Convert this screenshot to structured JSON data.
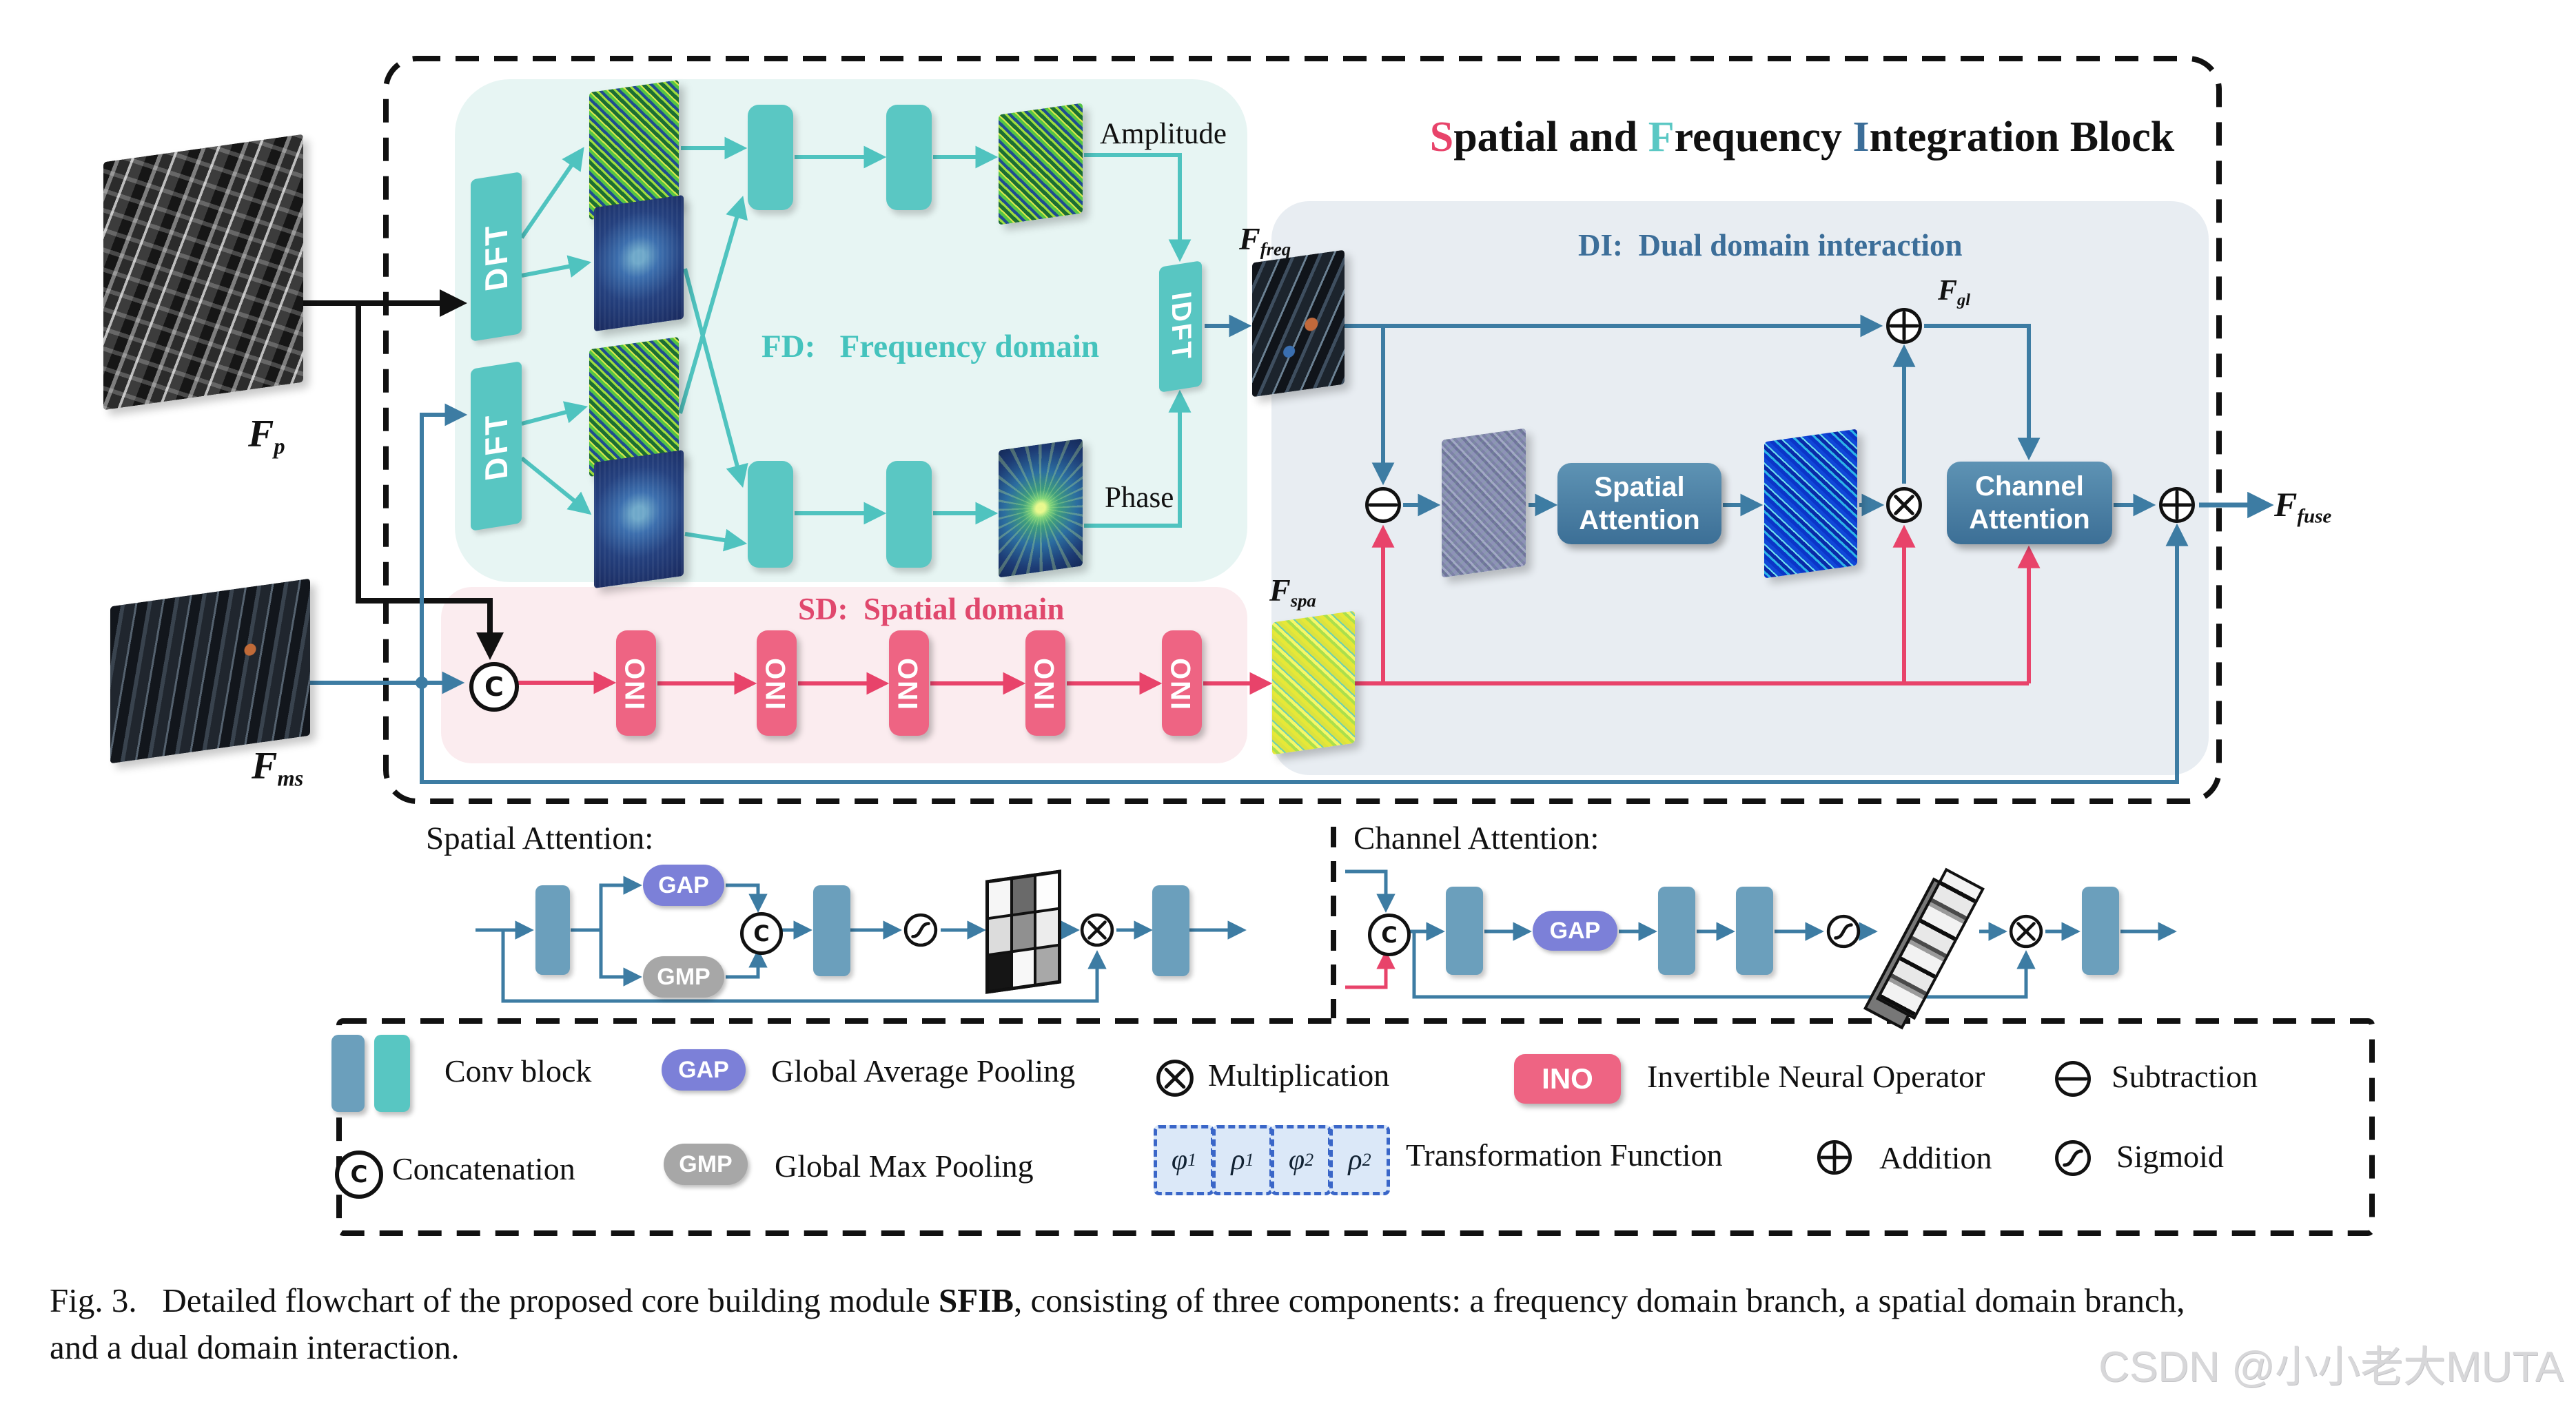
{
  "figure": {
    "title_parts": {
      "s": "S",
      "rest1": "patial and ",
      "f": "F",
      "rest2": "requency ",
      "i": "I",
      "rest3": "ntegration ",
      "b": "B",
      "rest4": "lock"
    }
  },
  "badges": {
    "dft": "DFT",
    "idft": "IDFT",
    "ino": "INO",
    "gap": "GAP",
    "gmp": "GMP",
    "c": "C"
  },
  "sections": {
    "fd_tag": "FD:",
    "fd_name": "Frequency domain",
    "sd_tag": "SD:",
    "sd_name": "Spatial domain",
    "di_tag": "DI:",
    "di_name": "Dual domain interaction",
    "spatial_detail": "Spatial Attention:",
    "channel_detail": "Channel Attention:"
  },
  "flow": {
    "amplitude": "Amplitude",
    "phase": "Phase",
    "spatial_attention_line1": "Spatial",
    "spatial_attention_line2": "Attention",
    "channel_attention_line1": "Channel",
    "channel_attention_line2": "Attention"
  },
  "io": {
    "fp": {
      "base": "F",
      "sub": "p"
    },
    "fms": {
      "base": "F",
      "sub": "ms"
    },
    "ffreq": {
      "base": "F",
      "sub": "freq"
    },
    "fspa": {
      "base": "F",
      "sub": "spa"
    },
    "fgl": {
      "base": "F",
      "sub": "gl"
    },
    "ffuse": {
      "base": "F",
      "sub": "fuse"
    }
  },
  "legend": {
    "conv_block": "Conv block",
    "gap": "Global Average Pooling",
    "multiplication": "Multiplication",
    "ino": "Invertible Neural Operator",
    "subtraction": "Subtraction",
    "concatenation": "Concatenation",
    "gmp": "Global Max Pooling",
    "tf_items": [
      {
        "b": "φ",
        "s": "1"
      },
      {
        "b": "ρ",
        "s": "1"
      },
      {
        "b": "φ",
        "s": "2"
      },
      {
        "b": "ρ",
        "s": "2"
      }
    ],
    "transformation": "Transformation Function",
    "addition": "Addition",
    "sigmoid": "Sigmoid"
  },
  "caption": {
    "fig": "Fig. 3.",
    "body1": "Detailed flowchart of the proposed core building module ",
    "sfib": "SFIB",
    "body2": ", consisting of three components: a frequency domain branch, a spatial domain branch,",
    "line2": "and a dual domain interaction."
  },
  "watermark": "CSDN @小小老大MUTA",
  "colors": {
    "teal": "#54c4c1",
    "pink": "#e8436a",
    "steel_blue": "#3d7ca3",
    "attn_box": "#44799f",
    "gap_purple": "#7c80d8",
    "gmp_gray": "#a7a7a7",
    "fd_bg": "#e7f5f3",
    "sd_bg": "#fbecef",
    "di_bg": "#e8edf2",
    "title_s": "#e8436a",
    "title_f": "#5bc8c4",
    "title_i": "#3c6e99"
  }
}
